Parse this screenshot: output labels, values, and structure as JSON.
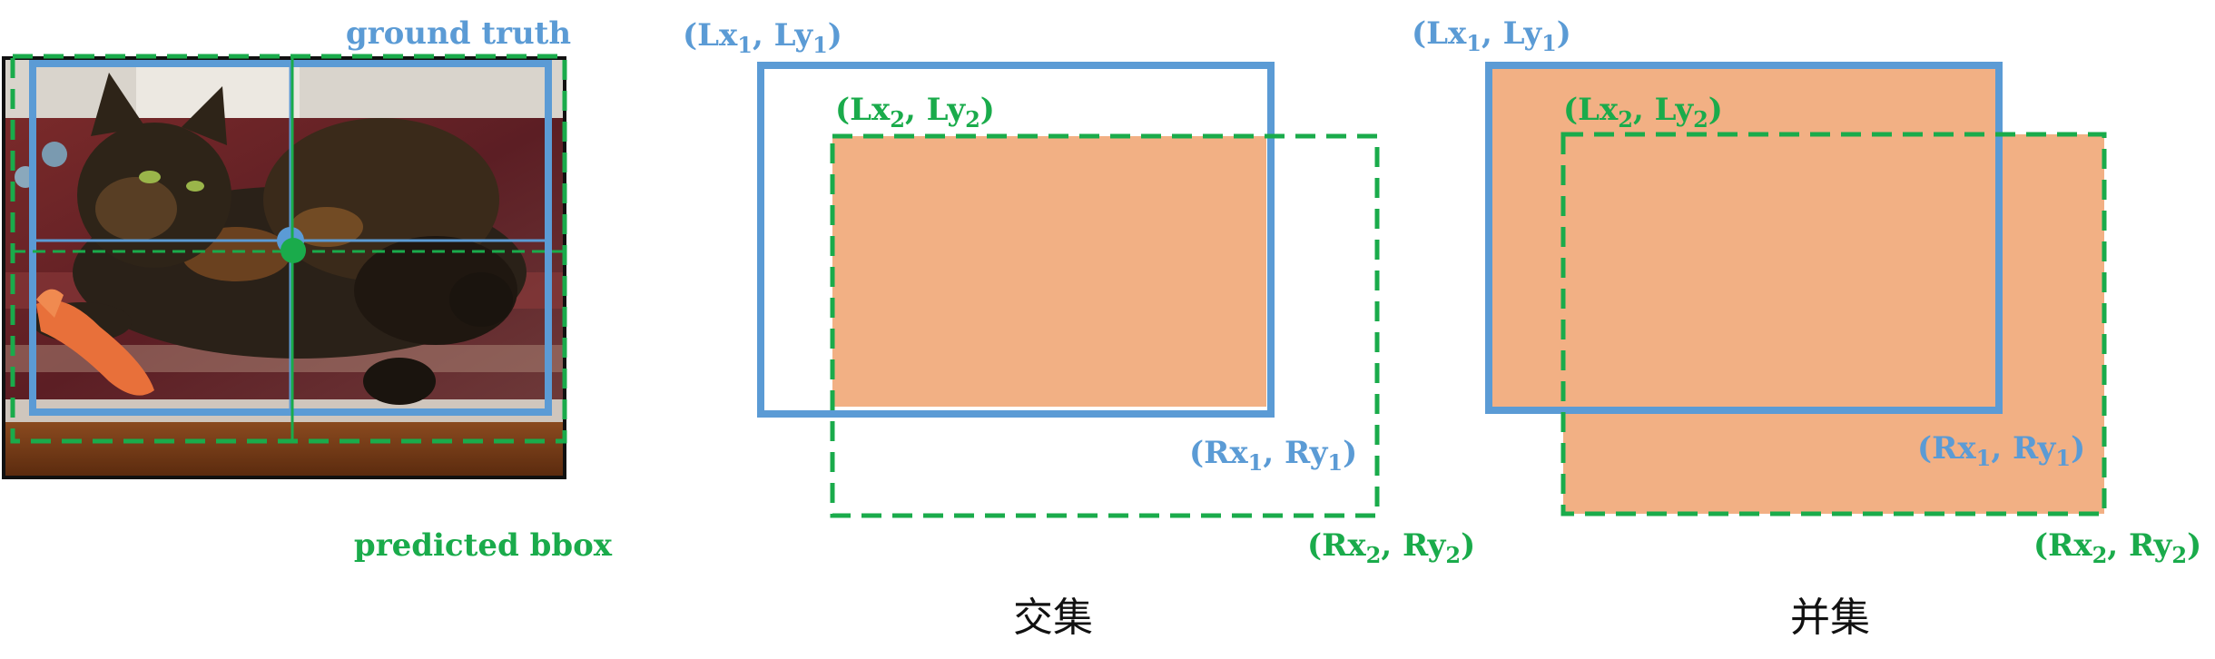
{
  "colors": {
    "ground_truth": "#5b9bd5",
    "predicted": "#1aab4b",
    "fill": "#f2b084",
    "photo_border": "#111111"
  },
  "left_panel": {
    "ground_truth_label": "ground truth",
    "predicted_label": "predicted bbox",
    "photo_subject": "cat-photo"
  },
  "intersection": {
    "caption": "交集",
    "gt_top_left": {
      "base": "(Lx",
      "sub1": "1",
      "mid": ", Ly",
      "sub2": "1",
      "end": ")"
    },
    "pred_top_left": {
      "base": "(Lx",
      "sub1": "2",
      "mid": ", Ly",
      "sub2": "2",
      "end": ")"
    },
    "gt_bottom_right": {
      "base": "(Rx",
      "sub1": "1",
      "mid": ", Ry",
      "sub2": "1",
      "end": ")"
    },
    "pred_bottom_right": {
      "base": "(Rx",
      "sub1": "2",
      "mid": ", Ry",
      "sub2": "2",
      "end": ")"
    }
  },
  "union": {
    "caption": "并集",
    "gt_top_left": {
      "base": "(Lx",
      "sub1": "1",
      "mid": ", Ly",
      "sub2": "1",
      "end": ")"
    },
    "pred_top_left": {
      "base": "(Lx",
      "sub1": "2",
      "mid": ", Ly",
      "sub2": "2",
      "end": ")"
    },
    "gt_bottom_right": {
      "base": "(Rx",
      "sub1": "1",
      "mid": ", Ry",
      "sub2": "1",
      "end": ")"
    },
    "pred_bottom_right": {
      "base": "(Rx",
      "sub1": "2",
      "mid": ", Ry",
      "sub2": "2",
      "end": ")"
    }
  }
}
